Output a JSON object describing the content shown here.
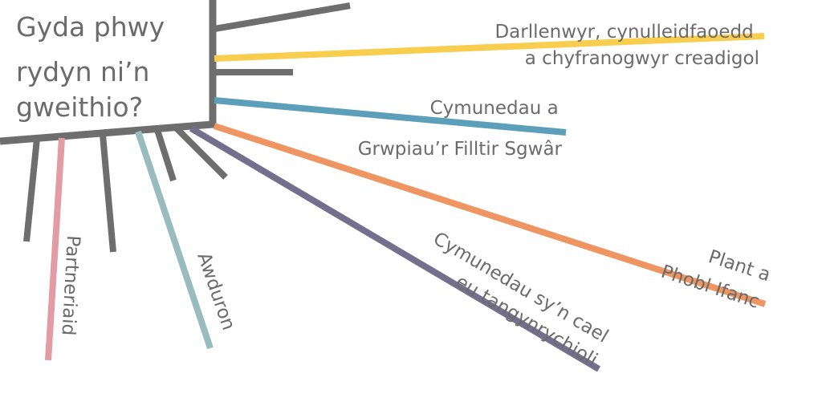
{
  "hub": {
    "title_lines": [
      "Gyda phwy",
      "rydyn ni’n",
      "gweithio?"
    ]
  },
  "branches": {
    "readers": {
      "lines": [
        "Darllenwyr, cynulleidfaoedd",
        "a chyfranogwyr creadigol"
      ],
      "color": "#f9cd4d"
    },
    "communities": {
      "lines": [
        "Cymunedau a",
        "Grwpiau’r Filltir Sgwâr"
      ],
      "color": "#5b9fbb"
    },
    "young_people": {
      "lines": [
        "Plant a",
        "Phobl Ifanc"
      ],
      "color": "#ef9562"
    },
    "underrepresented": {
      "lines": [
        "Cymunedau sy’n cael",
        "eu tangynrychioli"
      ],
      "color": "#736f8d"
    },
    "authors": {
      "lines": [
        "Awduron"
      ],
      "color": "#99bdbf"
    },
    "partners": {
      "lines": [
        "Partneriaid"
      ],
      "color": "#e39ba6"
    }
  },
  "colors": {
    "grey_spoke": "#6e6e6e",
    "text": "#6b6b6b",
    "background": "#ffffff"
  }
}
